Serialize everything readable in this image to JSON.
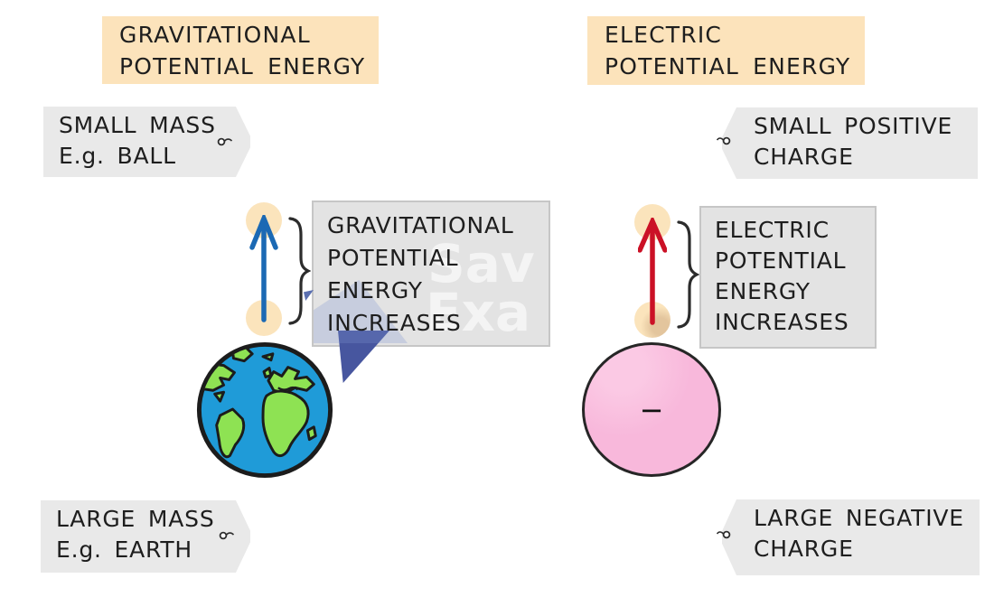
{
  "left": {
    "title_lines": [
      "GRAVITATIONAL",
      "POTENTIAL ENERGY"
    ],
    "small_tag_lines": [
      "SMALL MASS",
      "E.g. BALL"
    ],
    "increase_label_lines": [
      "GRAVITATIONAL",
      "POTENTIAL",
      "ENERGY",
      "INCREASES"
    ],
    "large_tag_lines": [
      "LARGE MASS",
      "E.g. EARTH"
    ]
  },
  "right": {
    "title_lines": [
      "ELECTRIC",
      "POTENTIAL ENERGY"
    ],
    "small_tag_lines": [
      "SMALL POSITIVE",
      "CHARGE"
    ],
    "increase_label_lines": [
      "ELECTRIC",
      "POTENTIAL",
      "ENERGY",
      "INCREASES"
    ],
    "large_tag_lines": [
      "LARGE NEGATIVE",
      "CHARGE"
    ],
    "charge_symbol": "−"
  },
  "watermark": {
    "fragments": [
      "Sav",
      "Exa"
    ]
  },
  "colors": {
    "title_bg": "#fce3bb",
    "tag_bg": "#e9e9e9",
    "label_bg": "#e3e3e3",
    "ball": "#fbe4bc",
    "gravity_arrow_blue": "#1b69b4",
    "electric_arrow_red": "#cb1126",
    "earth_ocean": "#1f9bd8",
    "earth_land": "#8ee253",
    "negative_charge_pink": "#f8b8db",
    "watermark_logo_blue": "#47569f"
  }
}
